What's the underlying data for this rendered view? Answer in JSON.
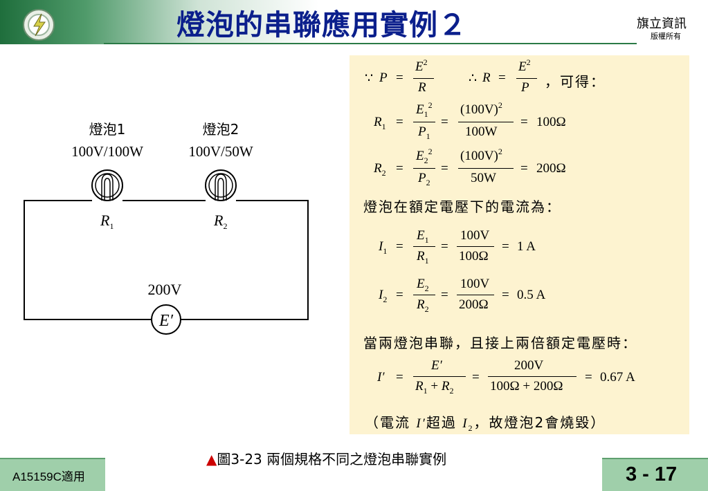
{
  "header": {
    "title": "燈泡的串聯應用實例２",
    "publisher": "旗立資訊",
    "rights": "版權所有"
  },
  "circuit": {
    "bulb1": {
      "name": "燈泡1",
      "rating": "100V/100W",
      "resistor": "R",
      "resistor_sub": "1"
    },
    "bulb2": {
      "name": "燈泡2",
      "rating": "100V/50W",
      "resistor": "R",
      "resistor_sub": "2"
    },
    "source": {
      "voltage": "200V",
      "label": "E′"
    }
  },
  "panel": {
    "l1": {
      "because": "∵",
      "P": "P",
      "eq": "=",
      "E": "E",
      "two": "2",
      "R": "R",
      "therefore": "∴",
      "R2": "R",
      "eq2": "=",
      "E2": "E",
      "two2": "2",
      "P2": "P",
      "tail": "，可得："
    },
    "r1": {
      "R": "R",
      "sub": "1",
      "eq": "=",
      "num_E": "E",
      "num_sub": "1",
      "num_sup": "2",
      "den_P": "P",
      "den_sub": "1",
      "eq2": "=",
      "num2": "(100V)",
      "num2_sup": "2",
      "den2": "100W",
      "eq3": "=",
      "result": "100Ω"
    },
    "r2": {
      "R": "R",
      "sub": "2",
      "eq": "=",
      "num_E": "E",
      "num_sub": "2",
      "num_sup": "2",
      "den_P": "P",
      "den_sub": "2",
      "eq2": "=",
      "num2": "(100V)",
      "num2_sup": "2",
      "den2": "50W",
      "eq3": "=",
      "result": "200Ω"
    },
    "rated_text": "燈泡在額定電壓下的電流為：",
    "i1": {
      "I": "I",
      "sub": "1",
      "eq": "=",
      "num_E": "E",
      "num_sub": "1",
      "den_R": "R",
      "den_sub": "1",
      "eq2": "=",
      "num2": "100V",
      "den2": "100Ω",
      "eq3": "=",
      "result": "1 A"
    },
    "i2": {
      "I": "I",
      "sub": "2",
      "eq": "=",
      "num_E": "E",
      "num_sub": "2",
      "den_R": "R",
      "den_sub": "2",
      "eq2": "=",
      "num2": "100V",
      "den2": "200Ω",
      "eq3": "=",
      "result": "0.5 A"
    },
    "series_text": "當兩燈泡串聯，且接上兩倍額定電壓時：",
    "ip": {
      "I": "I′",
      "eq": "=",
      "num": "E′",
      "den_R1": "R",
      "den_sub1": "1",
      "den_plus": "+",
      "den_R2": "R",
      "den_sub2": "2",
      "eq2": "=",
      "num2": "200V",
      "den2": "100Ω + 200Ω",
      "eq3": "=",
      "result": "0.67 A"
    },
    "note": {
      "open": "（電流",
      "I": "I′",
      "mid": "超過",
      "I2": "I",
      "I2_sub": "2",
      "close": "，故燈泡2會燒毀）"
    }
  },
  "caption": {
    "triangle": "▲",
    "text": "圖3-23  兩個規格不同之燈泡串聯實例"
  },
  "footer": {
    "course": "A15159C適用",
    "page": "3 - 17"
  }
}
